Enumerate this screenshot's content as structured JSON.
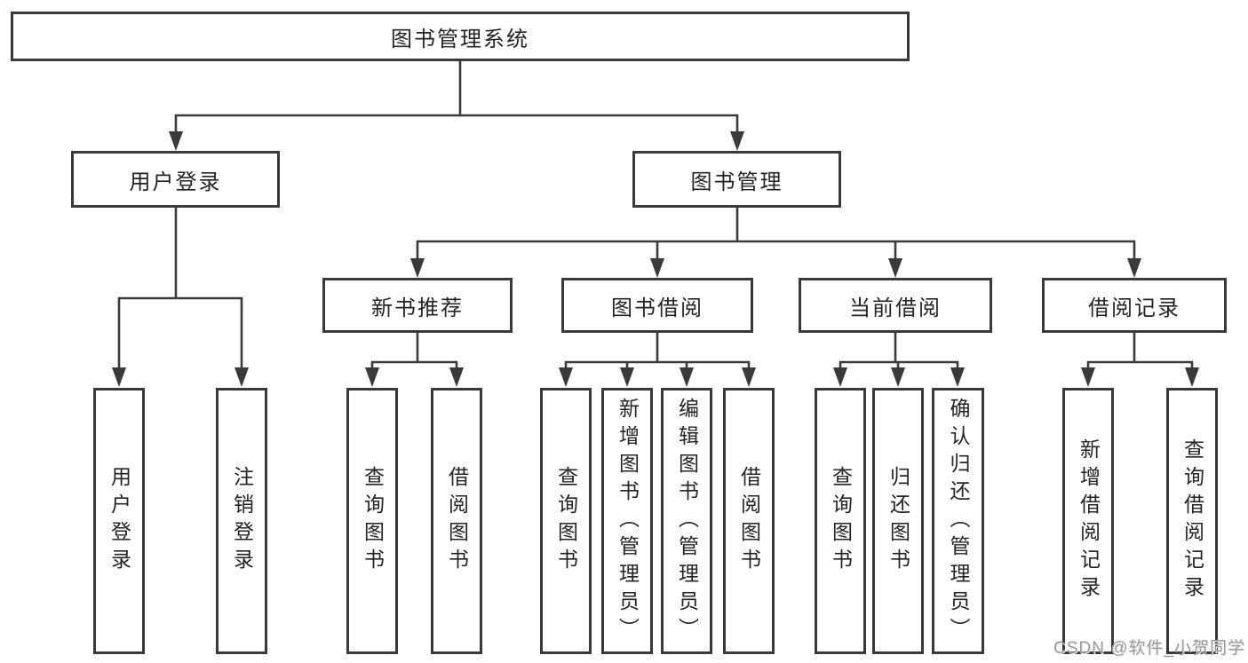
{
  "diagram": {
    "root": {
      "label": "图书管理系统"
    },
    "login": {
      "label": "用户登录",
      "leaves": [
        {
          "label": "用户登录"
        },
        {
          "label": "注销登录"
        }
      ]
    },
    "mgmt": {
      "label": "图书管理"
    },
    "modules": [
      {
        "label": "新书推荐",
        "leaves": [
          {
            "label": "查询图书"
          },
          {
            "label": "借阅图书"
          }
        ]
      },
      {
        "label": "图书借阅",
        "leaves": [
          {
            "label": "查询图书"
          },
          {
            "label": "新增图书（管理员）"
          },
          {
            "label": "编辑图书（管理员）"
          },
          {
            "label": "借阅图书"
          }
        ]
      },
      {
        "label": "当前借阅",
        "leaves": [
          {
            "label": "查询图书"
          },
          {
            "label": "归还图书"
          },
          {
            "label": "确认归还（管理员）"
          }
        ]
      },
      {
        "label": "借阅记录",
        "leaves": [
          {
            "label": "新增借阅记录"
          },
          {
            "label": "查询借阅记录"
          }
        ]
      }
    ]
  },
  "watermark": {
    "text": "CSDN @软件_小贺同学"
  },
  "colors": {
    "line": "#3a3a3a",
    "text": "#242424",
    "watermark": "#9c9c9c",
    "background": "#ffffff"
  }
}
